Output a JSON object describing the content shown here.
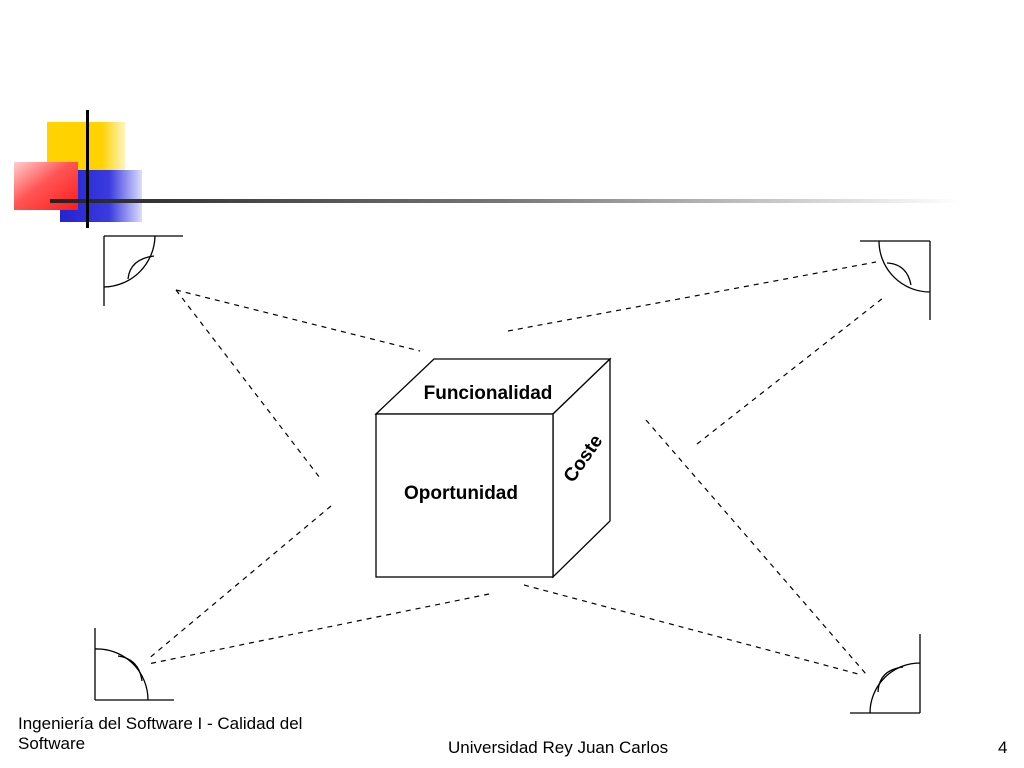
{
  "diagram": {
    "cube_faces": {
      "top": "Funcionalidad",
      "front": "Oportunidad",
      "side": "Coste"
    }
  },
  "footer": {
    "left": "Ingeniería del Software I - Calidad del Software",
    "center": "Universidad Rey Juan Carlos",
    "page_number": "4"
  },
  "colors": {
    "accent_yellow": "#ffd200",
    "accent_red": "#ff2a2a",
    "accent_blue": "#2a2ad8",
    "rule": "#333333"
  }
}
